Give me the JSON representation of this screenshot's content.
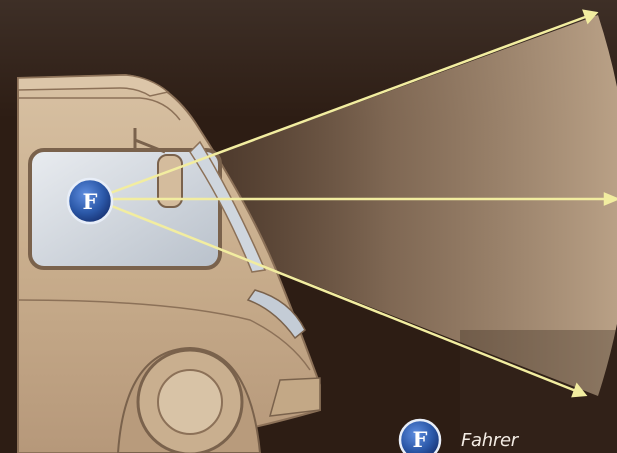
{
  "marker_letter": "F",
  "legend": {
    "badge": "F",
    "label": "Fahrer"
  },
  "colors": {
    "background": "#2d1d14",
    "vehicle_body": "#c8ad8c",
    "window_glass": "#d9dde3",
    "sight_lines": "#f2eda0",
    "view_cone": "#b89d7f",
    "driver_badge": "#2b58a8"
  }
}
